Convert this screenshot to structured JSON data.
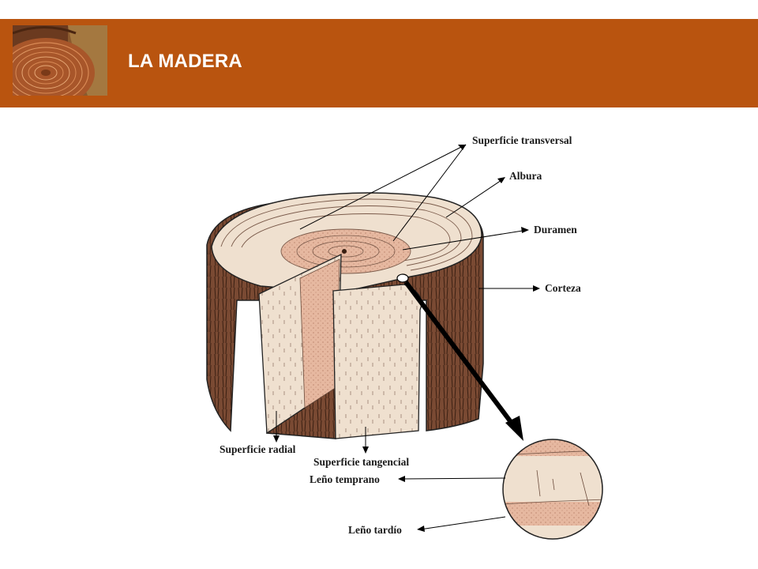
{
  "header": {
    "title": "LA MADERA",
    "thumbnail_icon": "wood-cross-section-thumbnail",
    "background_color": "#b9540f"
  },
  "diagram": {
    "labels": {
      "transversal": "Superficie transversal",
      "albura": "Albura",
      "duramen": "Duramen",
      "corteza": "Corteza",
      "radial": "Superficie radial",
      "tangencial": "Superficie tangencial",
      "temprano": "Leño temprano",
      "tardio": "Leño tardío"
    },
    "colors": {
      "bark": "#7a4a33",
      "sapwood": "#efe0cf",
      "heartwood": "#e2a98f",
      "arrow": "#000000"
    }
  }
}
